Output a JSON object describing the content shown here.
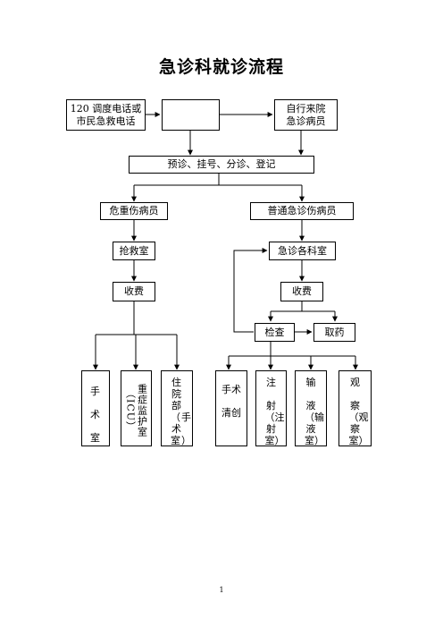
{
  "title": "急诊科就诊流程",
  "nodes": {
    "call": "120 调度电话或\n市民急救电话",
    "blank": "",
    "self": "自行来院\n急诊病员",
    "register": "预诊、挂号、分诊、登记",
    "critical": "危重伤病员",
    "normal": "普通急诊伤病员",
    "rescue": "抢救室",
    "er_rooms": "急诊各科室",
    "fee_left": "收费",
    "fee_right": "收费",
    "exam": "检查",
    "medicine": "取药"
  },
  "left_targets": [
    "手\n\n术\n\n室",
    "重症监护室（ICU）",
    "住\n院\n部（手术室）"
  ],
  "right_targets": [
    "手术\n\n清创",
    "注\n\n射（注射室）",
    "输\n\n液（输液室）",
    "观\n\n察（观察室）"
  ],
  "page_number": "1"
}
